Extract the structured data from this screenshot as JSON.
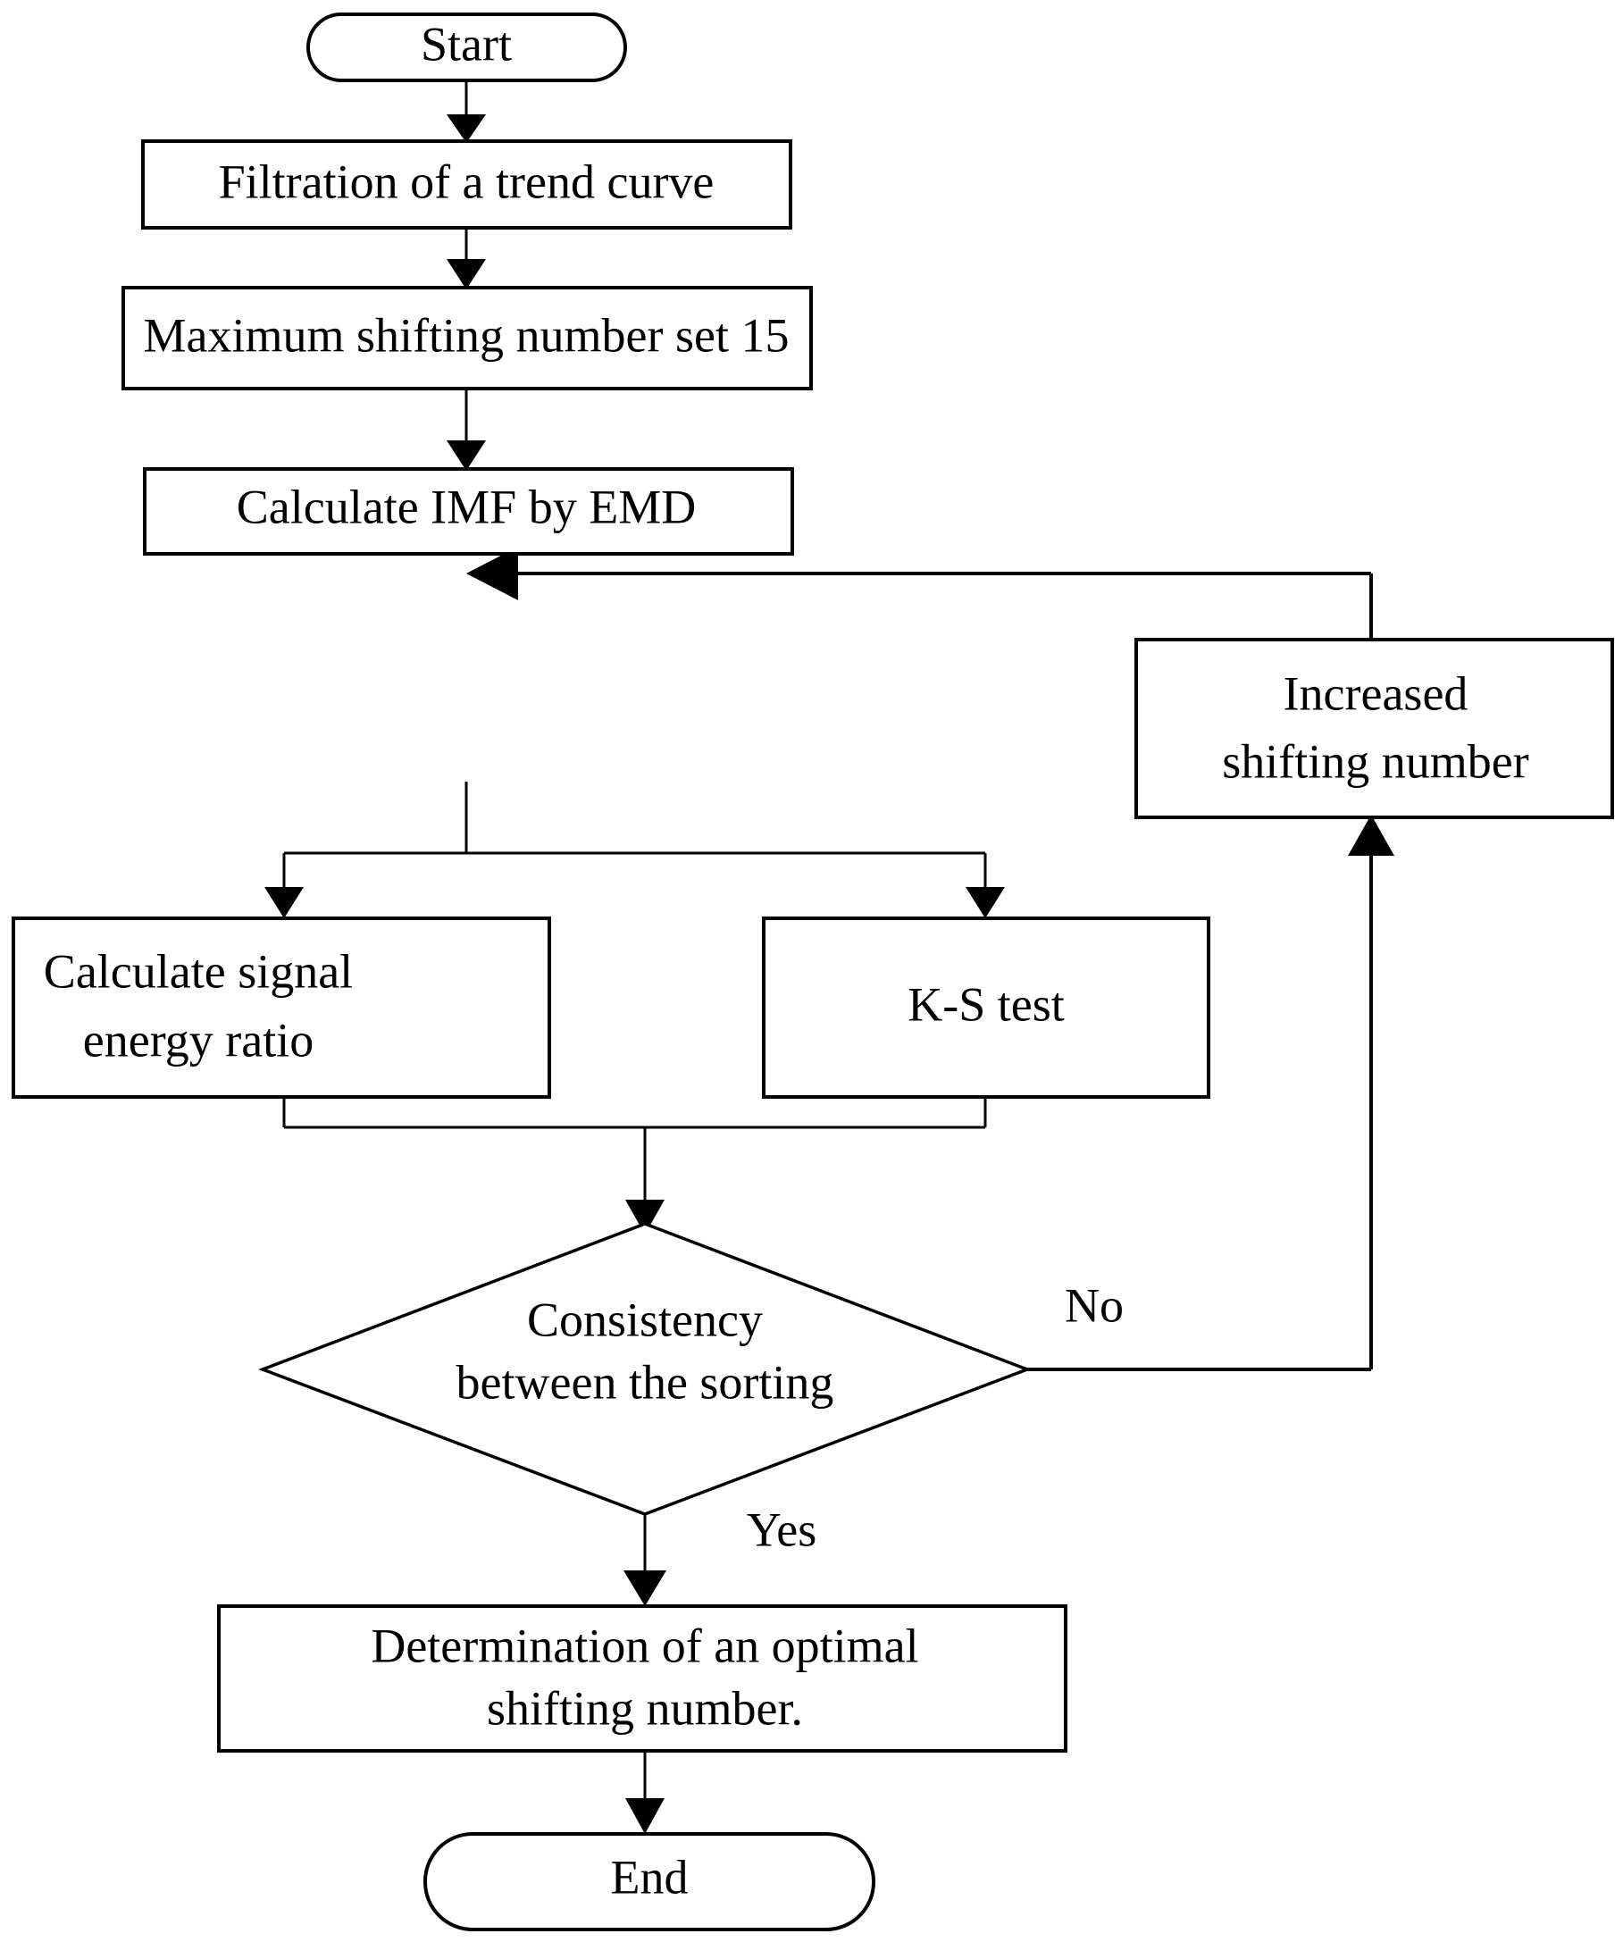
{
  "diagram": {
    "type": "flowchart",
    "title": "",
    "background_color": "#ffffff",
    "line_color": "#000000",
    "text_color": "#000000",
    "nodes": {
      "start": {
        "label": "Start",
        "shape": "stadium"
      },
      "filtration": {
        "label": "Filtration of a trend curve",
        "shape": "rectangle"
      },
      "max_shift": {
        "label": "Maximum shifting number set 15",
        "shape": "rectangle"
      },
      "calc_imf": {
        "label": "Calculate IMF by EMD",
        "shape": "rectangle"
      },
      "energy_ratio_line1": {
        "label": "Calculate signal",
        "shape": "rectangle"
      },
      "energy_ratio_line2": {
        "label": "energy ratio",
        "shape": "rectangle"
      },
      "ks_test": {
        "label": "K-S test",
        "shape": "rectangle"
      },
      "decision_line1": {
        "label": "Consistency",
        "shape": "diamond"
      },
      "decision_line2": {
        "label": "between the sorting",
        "shape": "diamond"
      },
      "increased_line1": {
        "label": "Increased",
        "shape": "rectangle"
      },
      "increased_line2": {
        "label": "shifting number",
        "shape": "rectangle"
      },
      "determination_line1": {
        "label": "Determination of an optimal",
        "shape": "rectangle"
      },
      "determination_line2": {
        "label": "shifting number.",
        "shape": "rectangle"
      },
      "end": {
        "label": "End",
        "shape": "stadium"
      }
    },
    "edge_labels": {
      "no": "No",
      "yes": "Yes"
    }
  }
}
